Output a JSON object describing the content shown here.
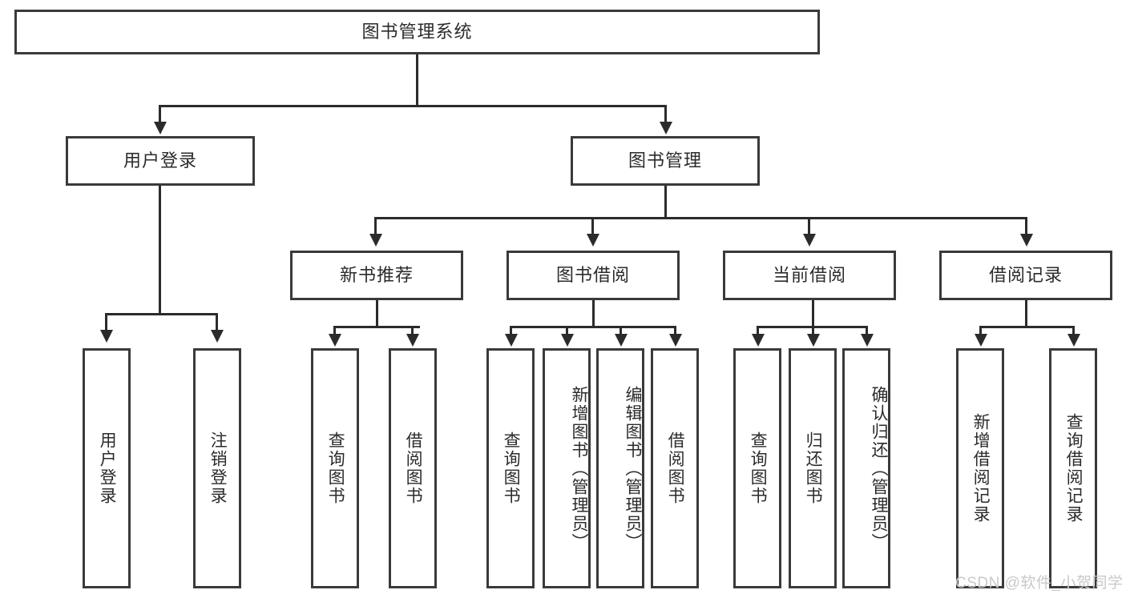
{
  "diagram": {
    "title": "图书管理系统",
    "type": "hierarchy-tree",
    "root": {
      "label": "图书管理系统"
    },
    "level2": [
      {
        "label": "用户登录"
      },
      {
        "label": "图书管理"
      }
    ],
    "level3": [
      {
        "label": "新书推荐"
      },
      {
        "label": "图书借阅"
      },
      {
        "label": "当前借阅"
      },
      {
        "label": "借阅记录"
      }
    ],
    "leaves": {
      "user_login": [
        {
          "label": "用户登录"
        },
        {
          "label": "注销登录"
        }
      ],
      "new_book_recommend": [
        {
          "label": "查询图书"
        },
        {
          "label": "借阅图书"
        }
      ],
      "book_borrow": [
        {
          "label": "查询图书"
        },
        {
          "label": "新增图书（管理员）"
        },
        {
          "label": "编辑图书（管理员）"
        },
        {
          "label": "借阅图书"
        }
      ],
      "current_borrow": [
        {
          "label": "查询图书"
        },
        {
          "label": "归还图书"
        },
        {
          "label": "确认归还（管理员）"
        }
      ],
      "borrow_record": [
        {
          "label": "新增借阅记录"
        },
        {
          "label": "查询借阅记录"
        }
      ]
    }
  },
  "watermark": {
    "text": "CSDN @软件_小贺同学"
  },
  "colors": {
    "border": "#3a3a3a",
    "line": "#2b2b2b",
    "text": "#2b2b2b",
    "background": "#ffffff",
    "watermark": "#c9c9c9"
  }
}
